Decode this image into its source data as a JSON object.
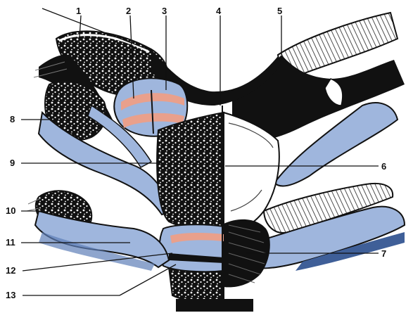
{
  "labels": {
    "l1": "1",
    "l2": "2",
    "l3": "3",
    "l4": "4",
    "l5": "5",
    "l6": "6",
    "l7": "7",
    "l8": "8",
    "l9": "9",
    "l10": "10",
    "l11": "11",
    "l12": "12",
    "l13": "13"
  },
  "colors": {
    "cartilage_blue": "#9fb6dd",
    "disc_pink": "#e9a08c",
    "bone_dark": "#111111",
    "fiber_blue": "#5e7fb8",
    "paper": "#ffffff"
  }
}
